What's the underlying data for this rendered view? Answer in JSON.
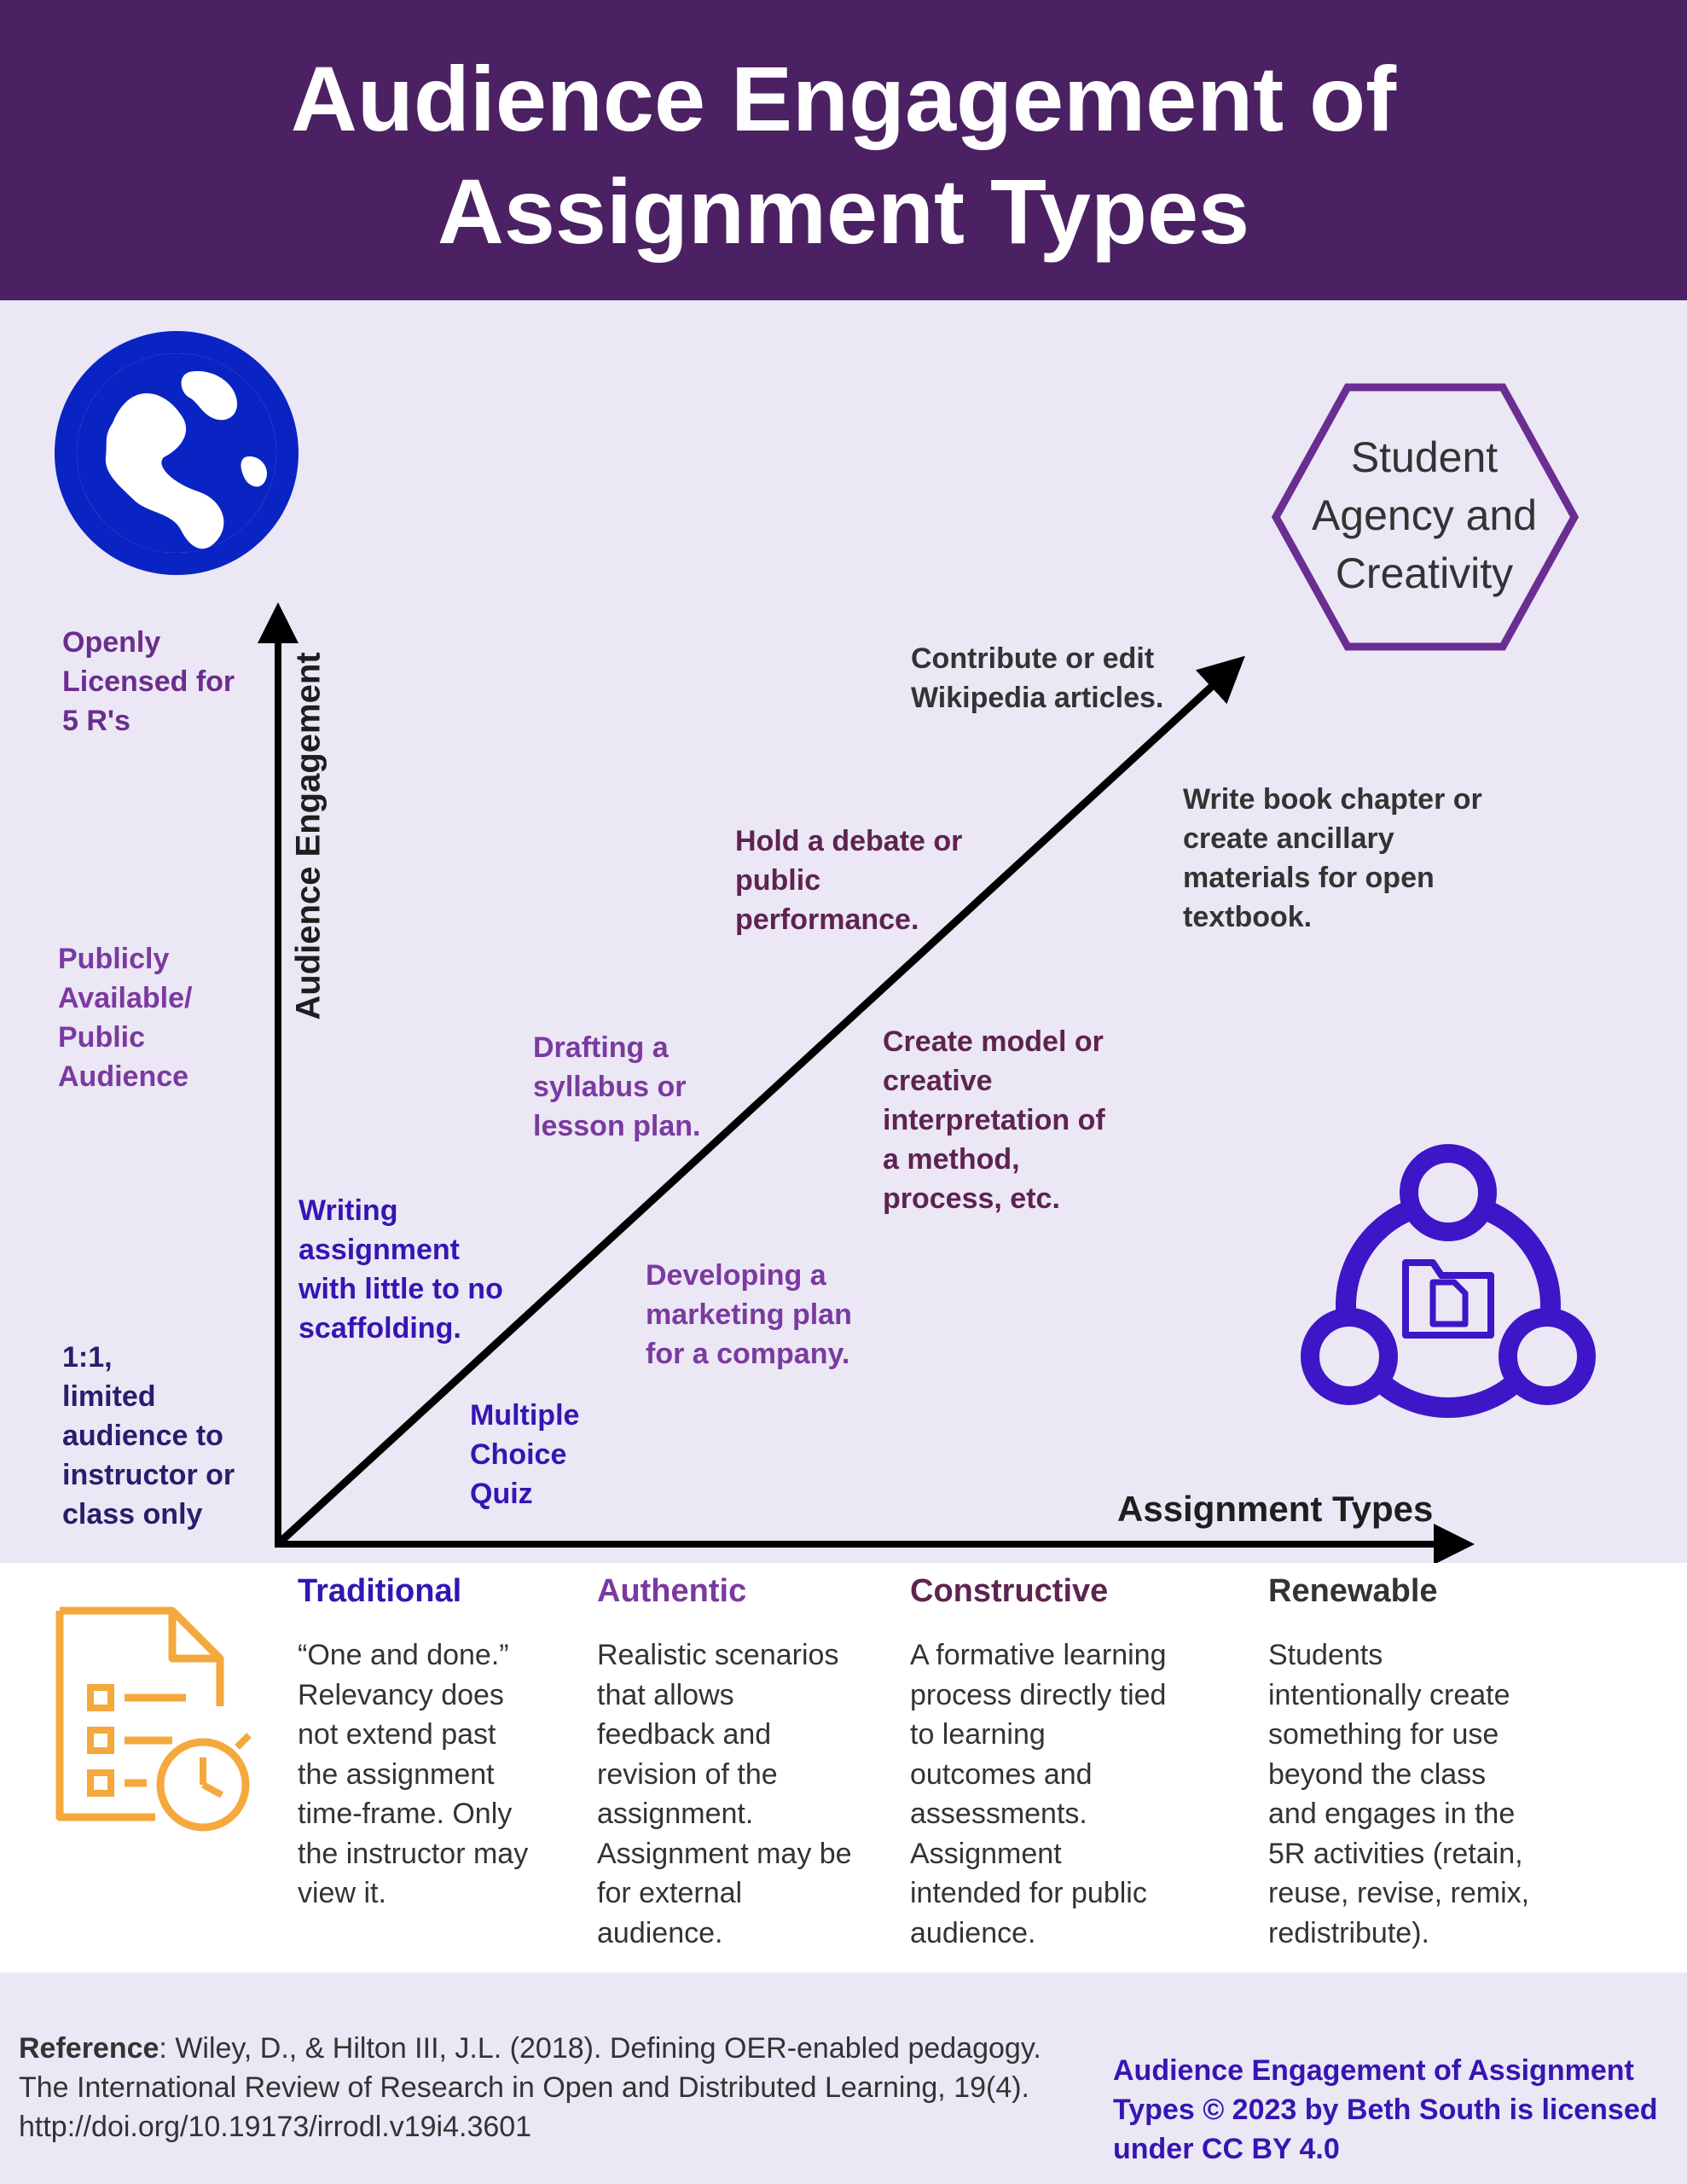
{
  "title": "Audience Engagement of\nAssignment Types",
  "colors": {
    "header_bg": "#4b2163",
    "page_bg": "#ebe7f4",
    "globe": "#0a24c4",
    "hexagon": "#6a2d92",
    "share_icon": "#3d16c8",
    "document_icon": "#f5a83c"
  },
  "hexagon_label": "Student\nAgency and\nCreativity",
  "axes": {
    "y_label": "Audience Engagement",
    "x_label": "Assignment Types"
  },
  "y_levels": [
    {
      "text": "Openly\nLicensed for\n5 R's"
    },
    {
      "text": "Publicly\nAvailable/\nPublic\nAudience"
    },
    {
      "text": "1:1,\nlimited\naudience to\ninstructor or\nclass only"
    }
  ],
  "examples": [
    {
      "text": "Contribute or edit\nWikipedia articles."
    },
    {
      "text": "Write book chapter or\ncreate ancillary\nmaterials for open\ntextbook."
    },
    {
      "text": "Hold a debate or\npublic\nperformance."
    },
    {
      "text": "Create model or\ncreative\ninterpretation of\na method,\nprocess, etc."
    },
    {
      "text": "Drafting a\nsyllabus or\nlesson plan."
    },
    {
      "text": "Writing\nassignment\nwith little to no\nscaffolding."
    },
    {
      "text": "Developing a\nmarketing plan\nfor a company."
    },
    {
      "text": "Multiple\nChoice\nQuiz"
    }
  ],
  "types": [
    {
      "title": "Traditional",
      "desc": "“One and done.”\nRelevancy does\nnot extend past\nthe assignment\ntime-frame. Only\nthe instructor may\nview it."
    },
    {
      "title": "Authentic",
      "desc": "Realistic scenarios\nthat allows\nfeedback and\nrevision of the\nassignment.\nAssignment may be\nfor external\naudience."
    },
    {
      "title": "Constructive",
      "desc": "A formative learning\nprocess directly tied\nto learning\noutcomes and\nassessments.\nAssignment\nintended for public\naudience."
    },
    {
      "title": "Renewable",
      "desc": "Students\nintentionally create\nsomething for use\nbeyond the class\nand engages in the\n5R activities (retain,\nreuse, revise, remix,\nredistribute)."
    }
  ],
  "reference": {
    "label": "Reference",
    "text": ": Wiley, D., & Hilton III, J.L. (2018). Defining OER-enabled pedagogy. The International Review of Research in Open and Distributed Learning, 19(4). http://doi.org/10.19173/irrodl.v19i4.3601"
  },
  "license": "Audience Engagement of Assignment\nTypes © 2023 by Beth South is licensed\nunder CC BY 4.0",
  "icons": {
    "globe": "globe-icon",
    "hexagon": "hexagon-icon",
    "share": "share-network-icon",
    "document": "checklist-timer-icon"
  }
}
